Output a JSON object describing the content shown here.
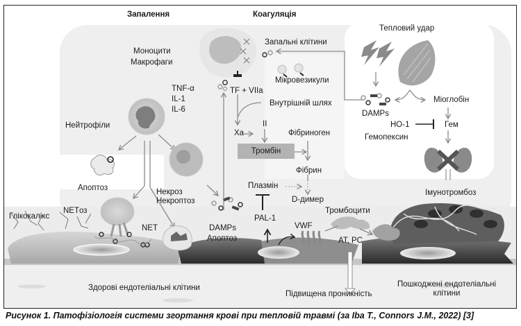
{
  "figure": {
    "sections": {
      "inflammation": "Запалення",
      "coagulation": "Коагуляція"
    },
    "labels": {
      "monocytes": "Моноцити",
      "macrophages": "Макрофаги",
      "tnf": "TNF-α",
      "il1": "IL-1",
      "il6": "IL-6",
      "neutrophils": "Нейтрофіли",
      "apoptosis_top": "Апоптоз",
      "netosis": "NETоз",
      "necrosis": "Некроз",
      "necroptosis": "Некроптоз",
      "glycocalyx": "Глікокалікс",
      "net": "NET",
      "damps_left": "DAMPs",
      "apoptosis_bottom": "Апоптоз",
      "inflammatory_cells": "Запальні клітини",
      "microvesicles": "Мікровезикули",
      "tf_viia": "TF + VIIa",
      "intrinsic_path": "Внутрішній шлях",
      "xa": "Xa",
      "ii": "II",
      "thrombin": "Тромбін",
      "fibrinogen": "Фібриноген",
      "fibrin": "Фібрин",
      "plasmin": "Плазмін",
      "d_dimer": "D-димер",
      "pal1": "PAL-1",
      "vwf": "VWF",
      "platelets": "Тромбоцити",
      "at_pc": "AT, PC",
      "heat_stroke": "Тепловий удар",
      "damps_right": "DAMPs",
      "myoglobin": "Міоглобін",
      "ho1": "HO-1",
      "heme": "Гем",
      "hemopexin": "Гемопексин",
      "immunothrombosis": "Імунотромбоз",
      "healthy_endothelium": "Здорові ендотеліальні клітини",
      "increased_permeability": "Підвищена проникність",
      "damaged_endothelium_1": "Пошкоджені ендотеліальні",
      "damaged_endothelium_2": "клітини"
    }
  },
  "caption": "Рисунок 1.  Патофізіологія системи згортання крові при тепловій травмі (за Iba T., Connors J.M., 2022) [3]"
}
